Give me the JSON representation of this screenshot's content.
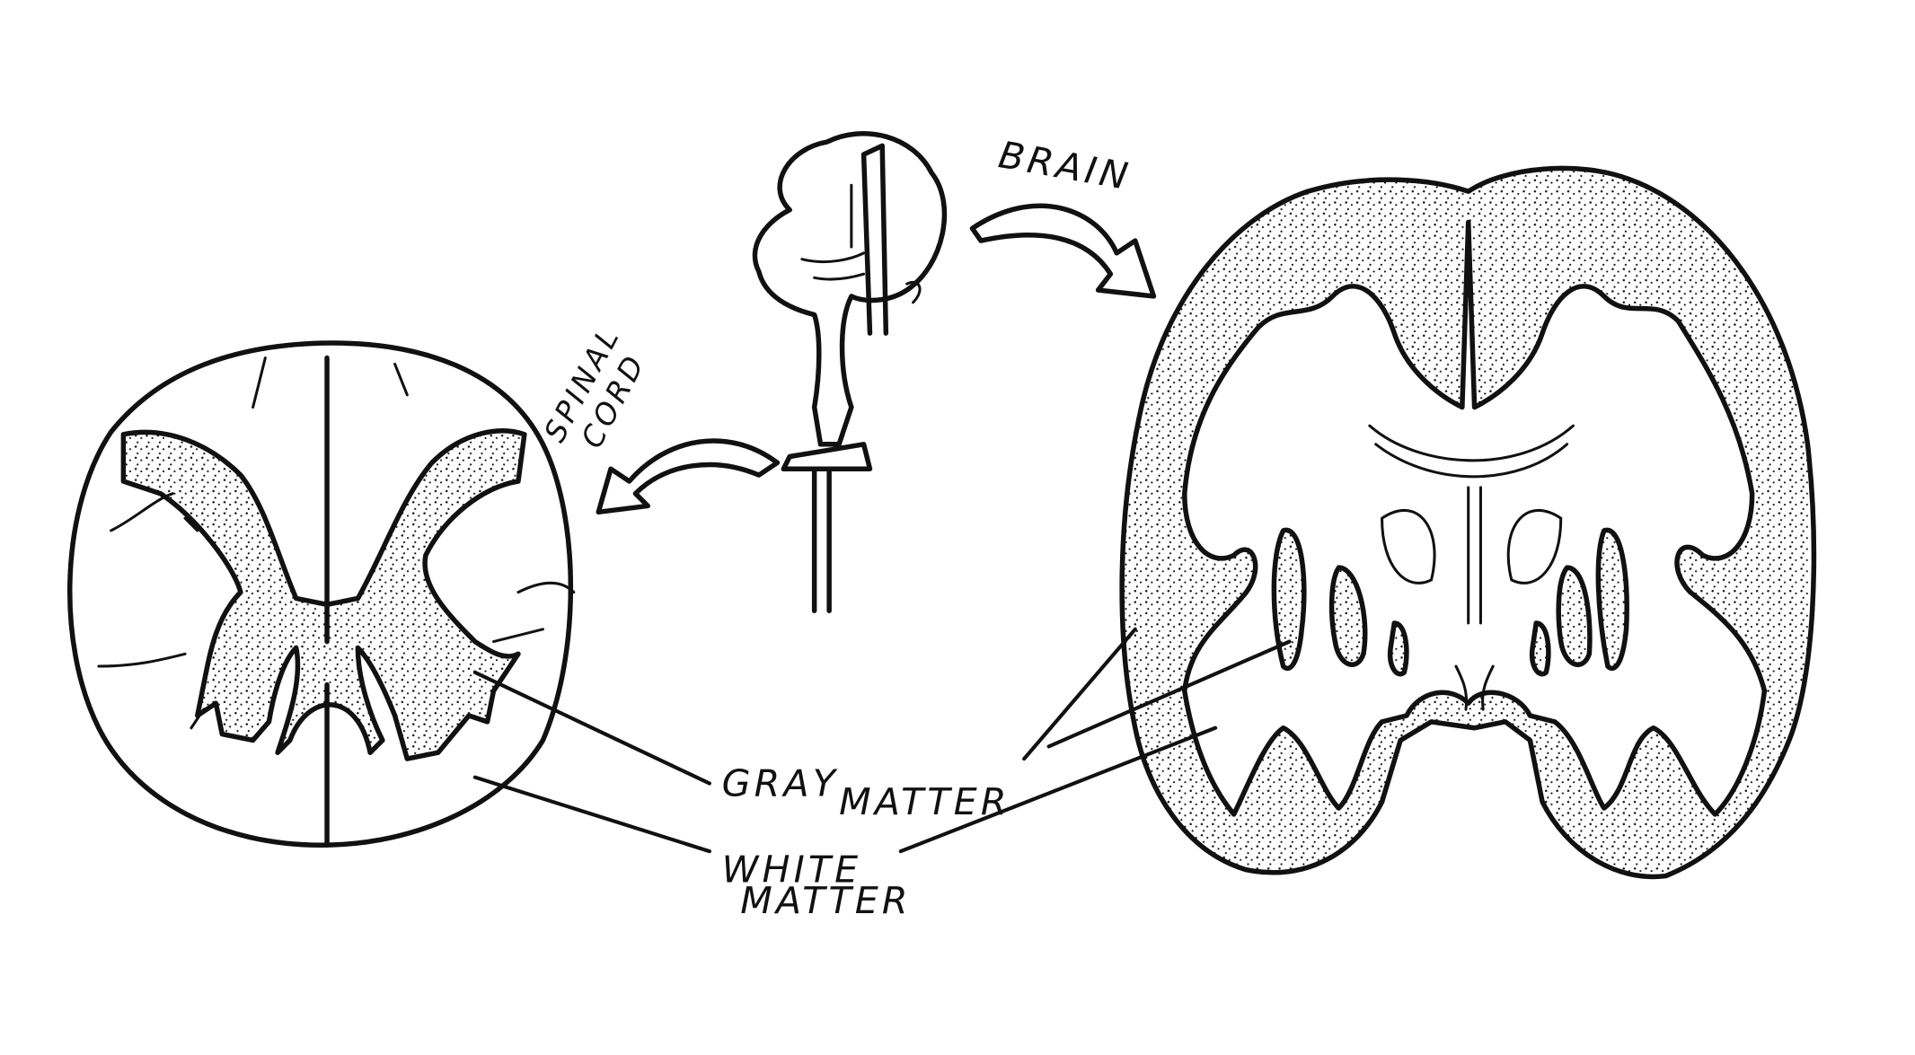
{
  "labels": {
    "brain": "BRAIN",
    "spinal_cord_line1": "SPINAL",
    "spinal_cord_line2": "CORD",
    "gray_matter_line1": "GRAY",
    "gray_matter_line2": "MATTER",
    "white_matter_line1": "WHITE",
    "white_matter_line2": "MATTER"
  },
  "colors": {
    "ink": "#111111",
    "background": "#ffffff"
  }
}
